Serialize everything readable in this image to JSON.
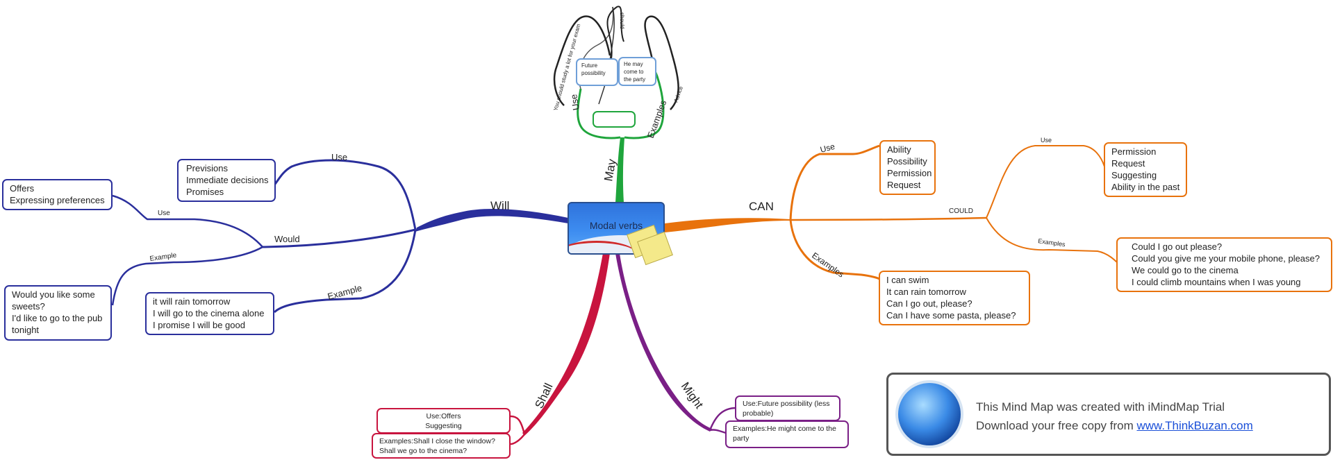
{
  "central": {
    "label": "Modal verbs"
  },
  "branches": {
    "may": "May",
    "can": "CAN",
    "will": "Will",
    "shall": "Shall",
    "might": "Might"
  },
  "may": {
    "use_label": "Use",
    "examples_label": "Examples",
    "use_box": "Future possibility",
    "examples_box": "He may come to the party",
    "advice_label": "Advice",
    "should_label": "should",
    "example_sentence": "You should study a lot for your exam"
  },
  "can": {
    "use_label": "Use",
    "use_items": [
      "Ability",
      "Possibility",
      "Permission",
      "Request"
    ],
    "examples_label": "Examples",
    "examples_items": [
      "I can swim",
      "It can rain tomorrow",
      "Can I go out, please?",
      "Can I have some pasta, please?"
    ],
    "could_label": "COULD",
    "could_use_label": "Use",
    "could_use_items": [
      "Permission",
      "Request",
      "Suggesting",
      "Ability in the past"
    ],
    "could_examples_label": "Examples",
    "could_examples_items": [
      "Could I go out please?",
      "Could you give me your mobile phone, please?",
      "We could go to the cinema",
      "I could climb mountains when I was young"
    ]
  },
  "will": {
    "use_label": "Use",
    "use_items": [
      "Previsions",
      "Immediate decisions",
      "Promises"
    ],
    "example_label": "Example",
    "example_items": [
      "it will rain tomorrow",
      "I will go to the cinema alone",
      "I promise I will be good"
    ],
    "would_label": "Would",
    "would_use_label": "Use",
    "would_use_items": [
      "Offers",
      "Expressing preferences"
    ],
    "would_example_label": "Example",
    "would_example_items": [
      "Would you like some",
      "sweets?",
      "I'd like to go to the pub",
      "tonight"
    ]
  },
  "shall": {
    "use_box": [
      "Use:Offers",
      "Suggesting"
    ],
    "examples_box": [
      "Examples:Shall I close the window?",
      "Shall we go to the cinema?"
    ]
  },
  "might": {
    "use_box": [
      "Use:Future possibility (less",
      "probable)"
    ],
    "examples_box": [
      "Examples:He might come to the",
      "party"
    ]
  },
  "trial": {
    "line1": "This Mind Map was created with iMindMap Trial",
    "line2_prefix": "Download your free copy from ",
    "line2_link": "www.ThinkBuzan.com"
  },
  "colors": {
    "may": "#1fa53c",
    "can": "#e8720c",
    "will": "#2a2f9c",
    "shall": "#c8143e",
    "might": "#7a1f86"
  }
}
